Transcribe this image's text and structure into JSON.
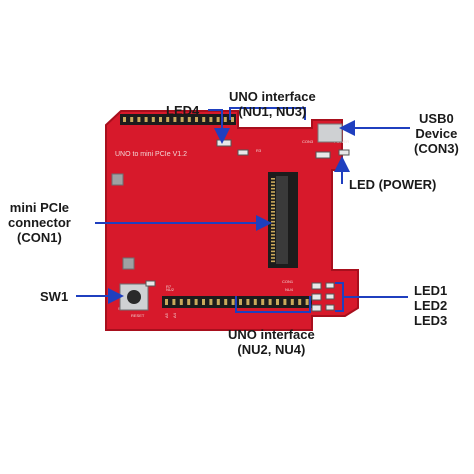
{
  "board": {
    "silkscreen_title": "UNO to mini PCIe V1.2",
    "con1_label": "CON1",
    "con3_label": "CON3",
    "power_label": "POWER",
    "sw1_label": "SW1",
    "nu2_label": "NU2",
    "nu4_label": "NU4",
    "r3_label": "R3",
    "r7_label": "R7",
    "reset_label": "RESET"
  },
  "callouts": {
    "led4": "LED4",
    "uno_top_line1": "UNO interface",
    "uno_top_line2": "(NU1, NU3)",
    "usb_line1": "USB0",
    "usb_line2": "Device",
    "usb_line3": "(CON3)",
    "mini_pcie_line1": "mini PCIe",
    "mini_pcie_line2": "connector",
    "mini_pcie_line3": "(CON1)",
    "led_power": "LED (POWER)",
    "sw1": "SW1",
    "led1": "LED1",
    "led2": "LED2",
    "led3": "LED3",
    "uno_bottom_line1": "UNO interface",
    "uno_bottom_line2": "(NU2, NU4)"
  },
  "colors": {
    "board_red": "#d7192b",
    "board_dark": "#a80f1d",
    "arrow_blue": "#1f3fbf",
    "header_black": "#1c1c1c",
    "gold": "#c9a95b"
  }
}
